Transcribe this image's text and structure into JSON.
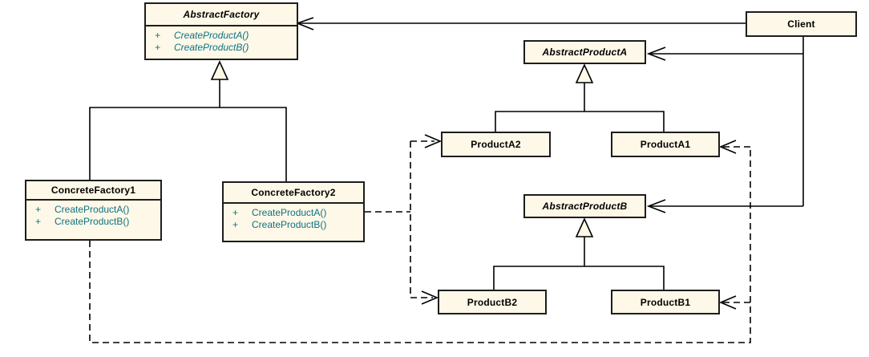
{
  "diagram_type": "uml-class-diagram",
  "pattern_name": "Abstract Factory",
  "colors": {
    "box_fill": "#FDF8E7",
    "box_border": "#1D1D1D",
    "line": "#000000",
    "method_text": "#0E7285",
    "class_name_text": "#000000",
    "background": "#FFFFFF"
  },
  "classes": {
    "abstractFactory": {
      "name": "AbstractFactory",
      "abstract": true,
      "methods": [
        {
          "vis": "+",
          "sig": "CreateProductA()"
        },
        {
          "vis": "+",
          "sig": "CreateProductB()"
        }
      ]
    },
    "client": {
      "name": "Client",
      "abstract": false
    },
    "abstractProductA": {
      "name": "AbstractProductA",
      "abstract": true
    },
    "productA2": {
      "name": "ProductA2",
      "abstract": false
    },
    "productA1": {
      "name": "ProductA1",
      "abstract": false
    },
    "abstractProductB": {
      "name": "AbstractProductB",
      "abstract": true
    },
    "productB2": {
      "name": "ProductB2",
      "abstract": false
    },
    "productB1": {
      "name": "ProductB1",
      "abstract": false
    },
    "concreteFactory1": {
      "name": "ConcreteFactory1",
      "abstract": false,
      "methods": [
        {
          "vis": "+",
          "sig": "CreateProductA()"
        },
        {
          "vis": "+",
          "sig": "CreateProductB()"
        }
      ]
    },
    "concreteFactory2": {
      "name": "ConcreteFactory2",
      "abstract": false,
      "methods": [
        {
          "vis": "+",
          "sig": "CreateProductA()"
        },
        {
          "vis": "+",
          "sig": "CreateProductB()"
        }
      ]
    }
  },
  "relationships": [
    {
      "from": "Client",
      "to": "AbstractFactory",
      "type": "association",
      "arrow": "open",
      "style": "solid"
    },
    {
      "from": "Client",
      "to": "AbstractProductA",
      "type": "association",
      "arrow": "open",
      "style": "solid"
    },
    {
      "from": "Client",
      "to": "AbstractProductB",
      "type": "association",
      "arrow": "open",
      "style": "solid"
    },
    {
      "from": "ConcreteFactory1",
      "to": "AbstractFactory",
      "type": "generalization",
      "arrow": "hollow-triangle",
      "style": "solid"
    },
    {
      "from": "ConcreteFactory2",
      "to": "AbstractFactory",
      "type": "generalization",
      "arrow": "hollow-triangle",
      "style": "solid"
    },
    {
      "from": "ProductA2",
      "to": "AbstractProductA",
      "type": "generalization",
      "arrow": "hollow-triangle",
      "style": "solid"
    },
    {
      "from": "ProductA1",
      "to": "AbstractProductA",
      "type": "generalization",
      "arrow": "hollow-triangle",
      "style": "solid"
    },
    {
      "from": "ProductB2",
      "to": "AbstractProductB",
      "type": "generalization",
      "arrow": "hollow-triangle",
      "style": "solid"
    },
    {
      "from": "ProductB1",
      "to": "AbstractProductB",
      "type": "generalization",
      "arrow": "hollow-triangle",
      "style": "solid"
    },
    {
      "from": "ConcreteFactory2",
      "to": "ProductA2",
      "type": "dependency",
      "arrow": "open",
      "style": "dashed"
    },
    {
      "from": "ConcreteFactory2",
      "to": "ProductB2",
      "type": "dependency",
      "arrow": "open",
      "style": "dashed"
    },
    {
      "from": "ConcreteFactory1",
      "to": "ProductA1",
      "type": "dependency",
      "arrow": "open",
      "style": "dashed"
    },
    {
      "from": "ConcreteFactory1",
      "to": "ProductB1",
      "type": "dependency",
      "arrow": "open",
      "style": "dashed"
    }
  ]
}
